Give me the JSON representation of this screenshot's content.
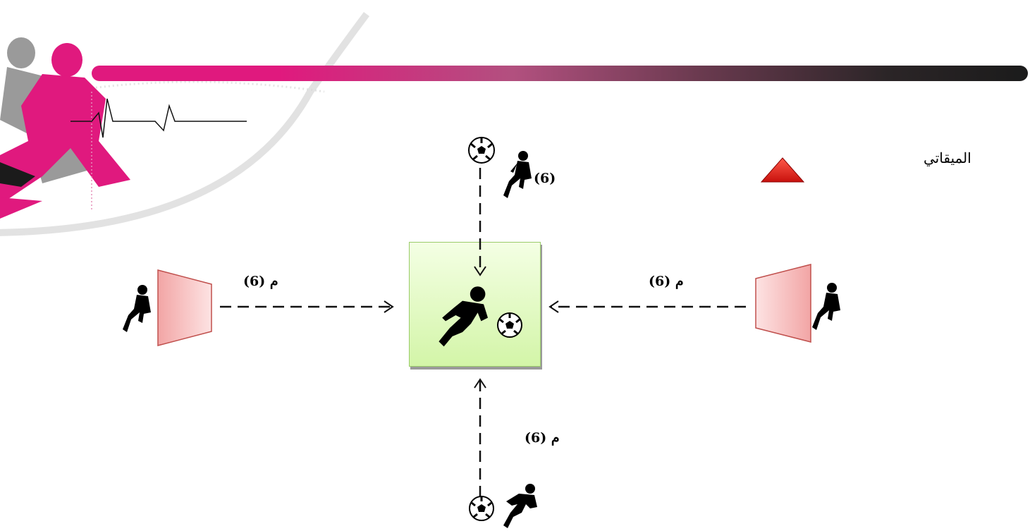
{
  "legend": {
    "label": "الميقاتي",
    "marker_icon": "red-triangle-icon",
    "marker_color": "#e4211f"
  },
  "labels": {
    "top": "(6)",
    "left": "م (6)",
    "right": "م (6)",
    "bottom": "م (6)"
  },
  "colors": {
    "brand_pink": "#e0197e",
    "station_fill": "#f7c6c6",
    "station_border": "#c0504d",
    "center_fill": "#d8f5b0",
    "center_border": "#9acb6a"
  }
}
